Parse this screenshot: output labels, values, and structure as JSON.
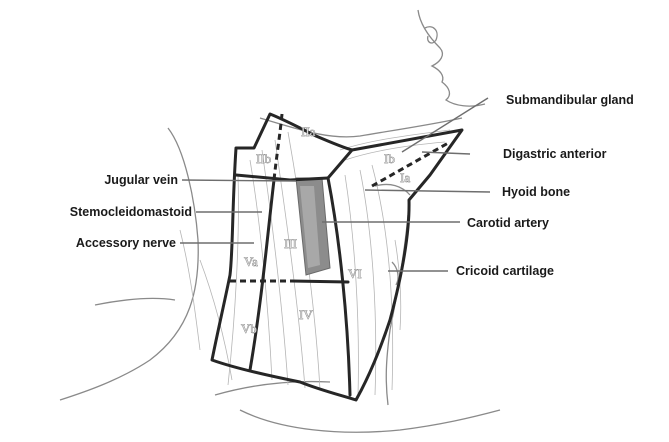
{
  "figure": {
    "callouts": {
      "submandibular_gland": "Submandibular gland",
      "digastric_anterior": "Digastric anterior",
      "jugular_vein": "Jugular vein",
      "hyoid_bone": "Hyoid bone",
      "sternocleidomastoid": "Stemocleidomastoid",
      "carotid_artery": "Carotid artery",
      "accessory_nerve": "Accessory nerve",
      "cricoid_cartilage": "Cricoid cartilage"
    },
    "levels": {
      "ia": "Ia",
      "ib": "Ib",
      "iia": "IIa",
      "iib": "IIb",
      "iii": "III",
      "iv": "IV",
      "va": "Va",
      "vb": "Vb",
      "vi": "VI"
    }
  }
}
